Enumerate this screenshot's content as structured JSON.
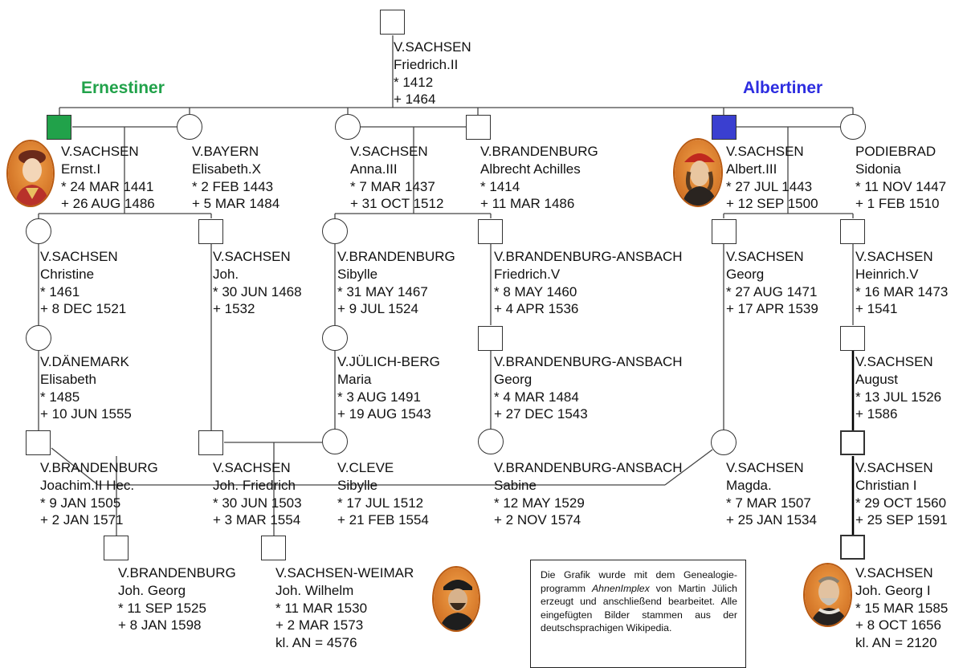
{
  "houses": {
    "ernestiner": {
      "label": "Ernestiner",
      "color": "#21a24a"
    },
    "albertiner": {
      "label": "Albertiner",
      "color": "#2d2de0"
    }
  },
  "persons": {
    "friedrich": {
      "house": "V.SACHSEN",
      "name": "Friedrich.II",
      "birth": "* 1412",
      "death": "+ 1464"
    },
    "ernst": {
      "house": "V.SACHSEN",
      "name": "Ernst.I",
      "birth": "* 24 MAR 1441",
      "death": "+ 26 AUG 1486"
    },
    "elisabeth_bayern": {
      "house": "V.BAYERN",
      "name": "Elisabeth.X",
      "birth": "* 2 FEB 1443",
      "death": "+ 5 MAR 1484"
    },
    "anna": {
      "house": "V.SACHSEN",
      "name": "Anna.III",
      "birth": "* 7 MAR 1437",
      "death": "+ 31 OCT 1512"
    },
    "albrecht_achilles": {
      "house": "V.BRANDENBURG",
      "name": "Albrecht Achilles",
      "birth": "* 1414",
      "death": "+ 11 MAR 1486"
    },
    "albert": {
      "house": "V.SACHSEN",
      "name": "Albert.III",
      "birth": "* 27 JUL 1443",
      "death": "+ 12 SEP 1500"
    },
    "sidonia": {
      "house": "PODIEBRAD",
      "name": "Sidonia",
      "birth": "* 11 NOV 1447",
      "death": "+ 1 FEB 1510"
    },
    "christine": {
      "house": "V.SACHSEN",
      "name": "Christine",
      "birth": "* 1461",
      "death": "+ 8 DEC 1521"
    },
    "johann": {
      "house": "V.SACHSEN",
      "name": "Joh.",
      "birth": "* 30 JUN 1468",
      "death": "+ 1532"
    },
    "sibylle_bb": {
      "house": "V.BRANDENBURG",
      "name": "Sibylle",
      "birth": "* 31 MAY 1467",
      "death": "+ 9 JUL 1524"
    },
    "friedrich_v": {
      "house": "V.BRANDENBURG-ANSBACH",
      "name": "Friedrich.V",
      "birth": "* 8 MAY 1460",
      "death": "+ 4 APR 1536"
    },
    "georg_sachsen": {
      "house": "V.SACHSEN",
      "name": "Georg",
      "birth": "* 27 AUG 1471",
      "death": "+ 17 APR 1539"
    },
    "heinrich_v": {
      "house": "V.SACHSEN",
      "name": "Heinrich.V",
      "birth": "* 16 MAR 1473",
      "death": "+ 1541"
    },
    "elisabeth_dk": {
      "house": "V.DÄNEMARK",
      "name": "Elisabeth",
      "birth": "* 1485",
      "death": "+ 10 JUN 1555"
    },
    "maria": {
      "house": "V.JÜLICH-BERG",
      "name": "Maria",
      "birth": "* 3 AUG 1491",
      "death": "+ 19 AUG 1543"
    },
    "georg_ansbach": {
      "house": "V.BRANDENBURG-ANSBACH",
      "name": "Georg",
      "birth": "* 4 MAR 1484",
      "death": "+ 27 DEC 1543"
    },
    "august": {
      "house": "V.SACHSEN",
      "name": "August",
      "birth": "* 13 JUL 1526",
      "death": "+ 1586"
    },
    "joachim": {
      "house": "V.BRANDENBURG",
      "name": "Joachim.II Hec.",
      "birth": "* 9 JAN 1505",
      "death": "+ 2 JAN 1571"
    },
    "johann_friedrich": {
      "house": "V.SACHSEN",
      "name": "Joh. Friedrich",
      "birth": "* 30 JUN 1503",
      "death": "+ 3 MAR 1554"
    },
    "sibylle_cleve": {
      "house": "V.CLEVE",
      "name": "Sibylle",
      "birth": "* 17 JUL 1512",
      "death": "+ 21 FEB 1554"
    },
    "sabine": {
      "house": "V.BRANDENBURG-ANSBACH",
      "name": "Sabine",
      "birth": "* 12 MAY 1529",
      "death": "+ 2 NOV 1574"
    },
    "magda": {
      "house": "V.SACHSEN",
      "name": "Magda.",
      "birth": "* 7 MAR 1507",
      "death": "+ 25 JAN 1534"
    },
    "christian": {
      "house": "V.SACHSEN",
      "name": "Christian I",
      "birth": "* 29 OCT 1560",
      "death": "+ 25 SEP 1591"
    },
    "johann_georg_bb": {
      "house": "V.BRANDENBURG",
      "name": "Joh. Georg",
      "birth": "* 11 SEP 1525",
      "death": "+ 8 JAN 1598"
    },
    "johann_wilhelm": {
      "house": "V.SACHSEN-WEIMAR",
      "name": "Joh. Wilhelm",
      "birth": "* 11 MAR 1530",
      "death": "+ 2 MAR 1573",
      "extra": "kl. AN = 4576"
    },
    "johann_georg_i": {
      "house": "V.SACHSEN",
      "name": "Joh. Georg I",
      "birth": "* 15 MAR 1585",
      "death": "+ 8 OCT 1656",
      "extra": "kl. AN = 2120"
    }
  },
  "note": {
    "text_before": "Die Grafik wurde mit dem Genealogie­programm ",
    "program": "AhnenImplex",
    "text_after": " von Martin Jülich erzeugt und anschließend bear­beitet. Alle eingefügten Bilder stam­men aus der deutschsprachigen Wi­kipedia."
  }
}
